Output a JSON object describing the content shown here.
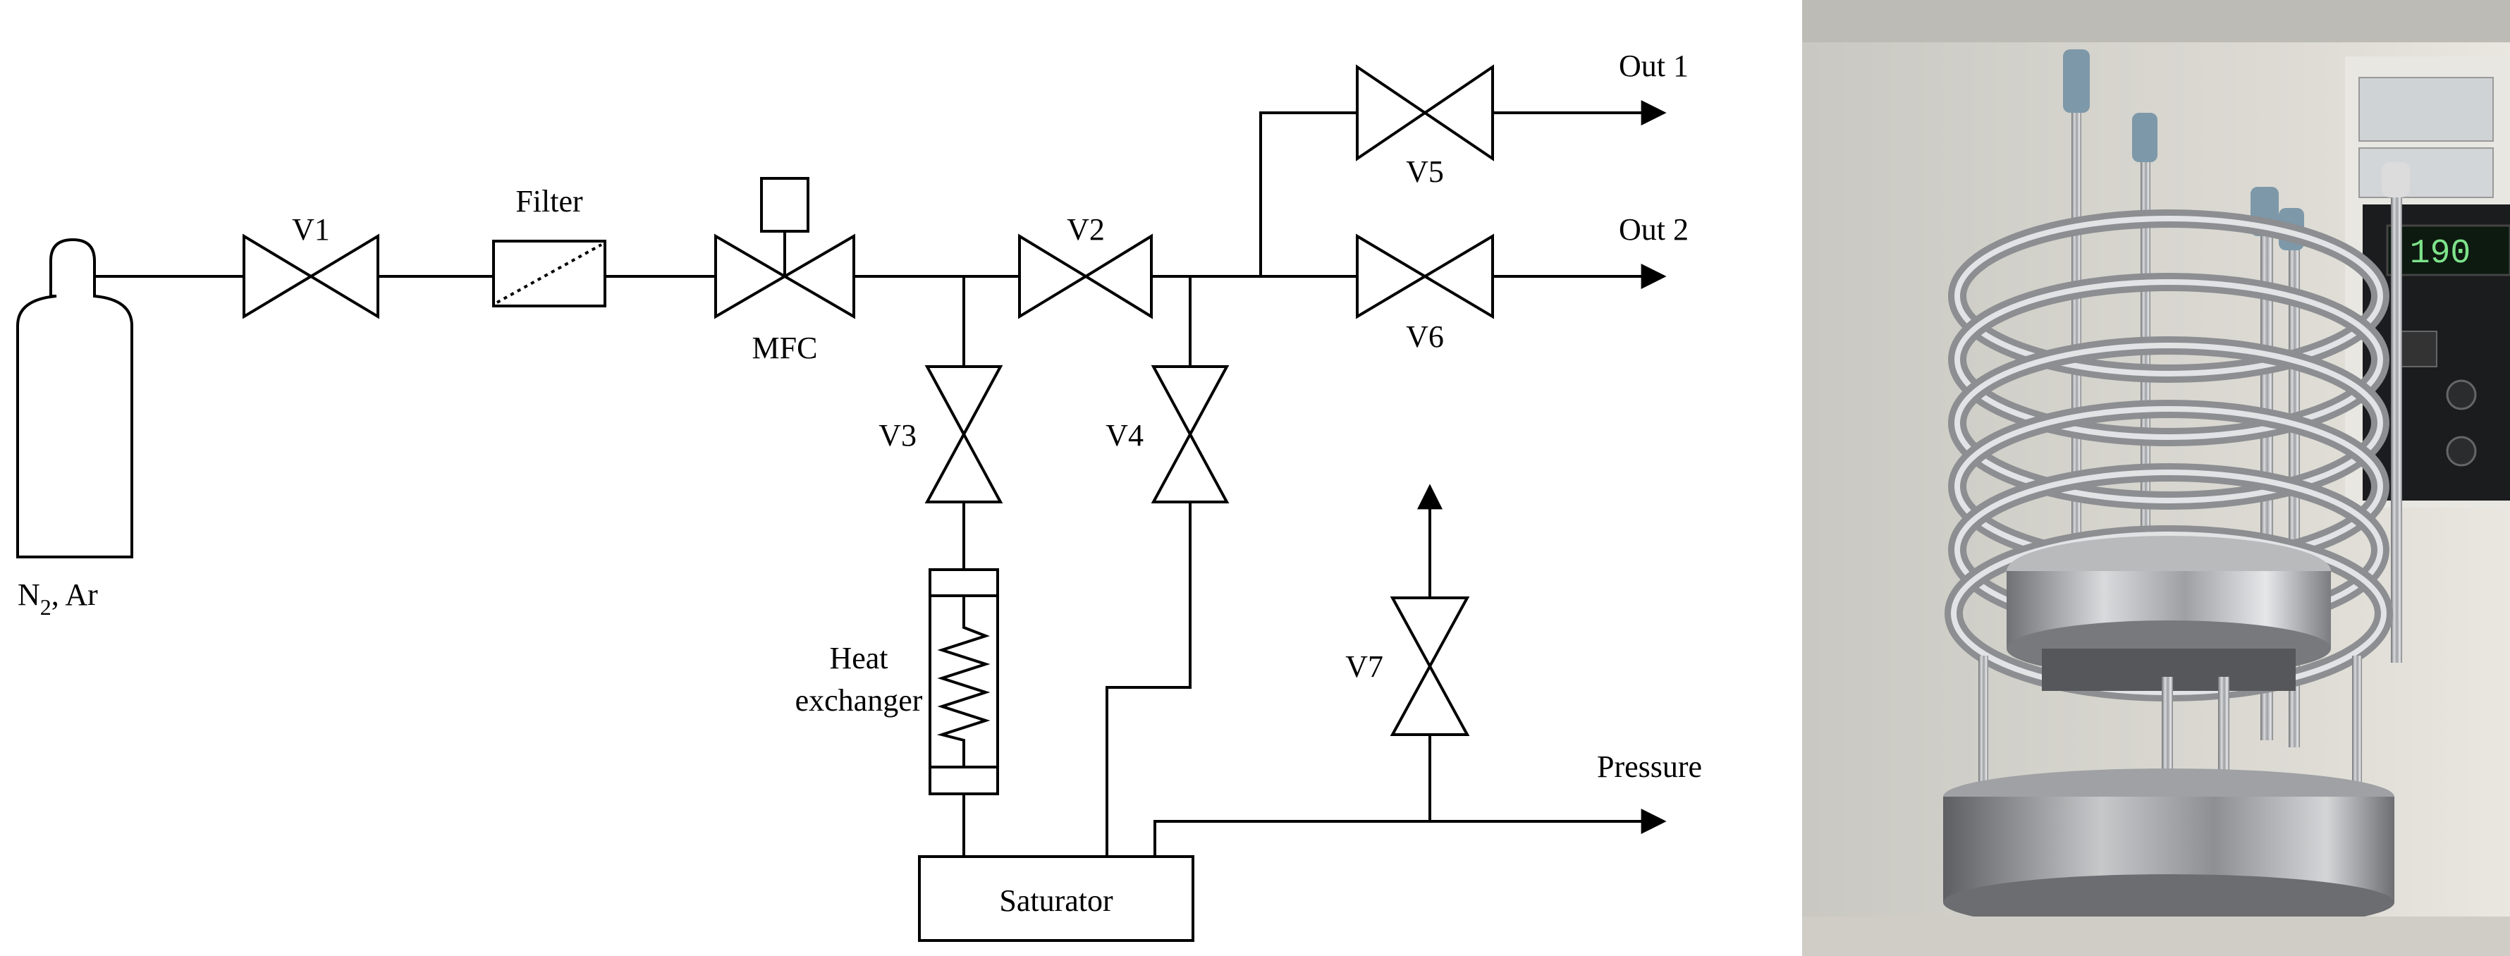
{
  "diagram": {
    "source_label": "N",
    "source_subscript": "2",
    "source_suffix": ", Ar",
    "valves": {
      "v1": "V1",
      "v2": "V2",
      "v3": "V3",
      "v4": "V4",
      "v5": "V5",
      "v6": "V6",
      "v7": "V7"
    },
    "filter_label": "Filter",
    "mfc_label": "MFC",
    "heat_exchanger_line1": "Heat",
    "heat_exchanger_line2": "exchanger",
    "saturator_label": "Saturator",
    "out1_label": "Out 1",
    "out2_label": "Out 2",
    "pressure_label": "Pressure"
  },
  "photo": {
    "display_readout": "190",
    "subject": "stainless-steel coiled-tube saturator"
  }
}
